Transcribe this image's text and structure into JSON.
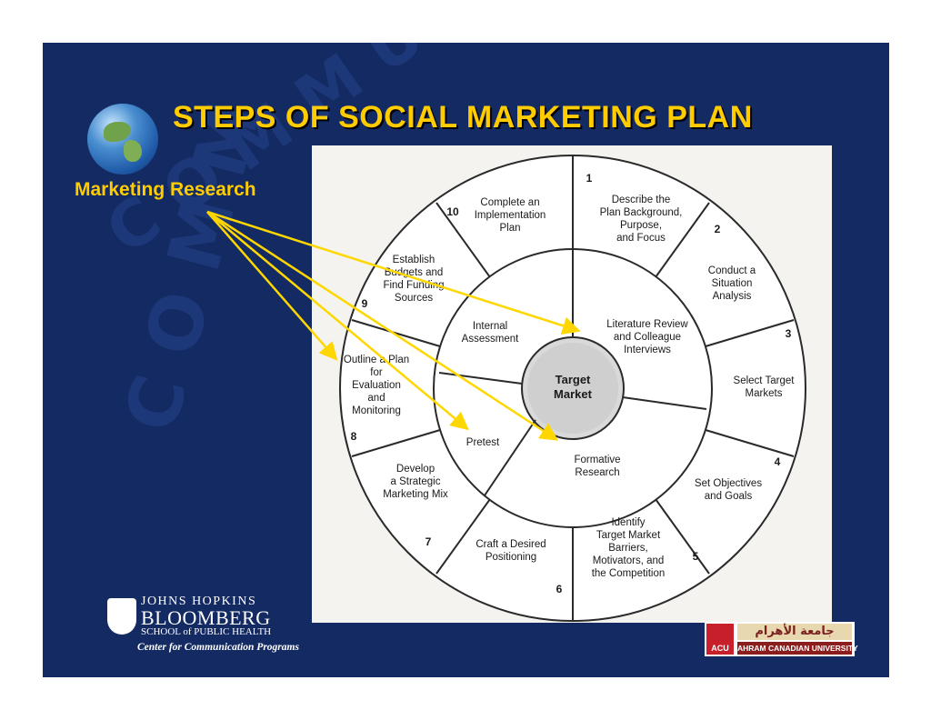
{
  "slide": {
    "title": "STEPS OF SOCIAL MARKETING PLAN",
    "subtitle": "Marketing Research"
  },
  "diagram": {
    "center": {
      "line1": "Target",
      "line2": "Market"
    },
    "inner": {
      "internal_assessment": [
        "Internal",
        "Assessment"
      ],
      "literature_review": [
        "Literature Review",
        "and Colleague",
        "Interviews"
      ],
      "pretest": [
        "Pretest"
      ],
      "formative_research": [
        "Formative",
        "Research"
      ]
    },
    "steps": [
      {
        "number": "1",
        "lines": [
          "Describe the",
          "Plan Background,",
          "Purpose,",
          "and Focus"
        ]
      },
      {
        "number": "2",
        "lines": [
          "Conduct a",
          "Situation",
          "Analysis"
        ]
      },
      {
        "number": "3",
        "lines": [
          "Select Target",
          "Markets"
        ]
      },
      {
        "number": "4",
        "lines": [
          "Set Objectives",
          "and Goals"
        ]
      },
      {
        "number": "5",
        "lines": [
          "Identify",
          "Target Market",
          "Barriers,",
          "Motivators, and",
          "the Competition"
        ]
      },
      {
        "number": "6",
        "lines": [
          "Craft a Desired",
          "Positioning"
        ]
      },
      {
        "number": "7",
        "lines": [
          "Develop",
          "a Strategic",
          "Marketing Mix"
        ]
      },
      {
        "number": "8",
        "lines": [
          "Outline a Plan",
          "for",
          "Evaluation",
          "and",
          "Monitoring"
        ]
      },
      {
        "number": "9",
        "lines": [
          "Establish",
          "Budgets and",
          "Find Funding",
          "Sources"
        ]
      },
      {
        "number": "10",
        "lines": [
          "Complete an",
          "Implementation",
          "Plan"
        ]
      }
    ]
  },
  "logos": {
    "jhu": {
      "line1": "JOHNS HOPKINS",
      "line2": "BLOOMBERG",
      "line3": "SCHOOL of PUBLIC HEALTH",
      "line4": "Center for Communication Programs"
    },
    "acu": {
      "mark": "ACU",
      "arabic": "جامعة الأهرام الكندية",
      "english": "AHRAM CANADIAN UNIVERSITY"
    }
  },
  "colors": {
    "background": "#142a63",
    "title": "#ffcc00",
    "arrow": "#ffd700",
    "diagram_bg": "#f4f3ef"
  }
}
